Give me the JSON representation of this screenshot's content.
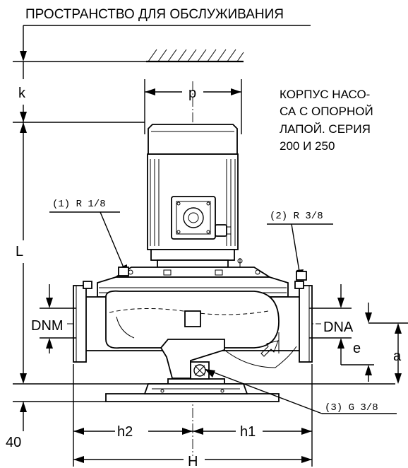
{
  "labels": {
    "service_space": "ПРОСТРАНСТВО ДЛЯ ОБСЛУЖИВАНИЯ",
    "description_line1": "КОРПУС НАСО-",
    "description_line2": "СА С ОПОРНОЙ",
    "description_line3": "ЛАПОЙ. СЕРИЯ",
    "description_line4": "200 И 250",
    "callout_1": "(1) R 1/8",
    "callout_2": "(2) R 3/8",
    "callout_3": "(3) G 3/8"
  },
  "dimensions": {
    "k": "k",
    "p": "p",
    "L": "L",
    "DNM": "DNM",
    "DNA": "DNA",
    "e": "e",
    "a": "a",
    "h1": "h1",
    "h2": "h2",
    "H": "H",
    "base_height": "40"
  }
}
